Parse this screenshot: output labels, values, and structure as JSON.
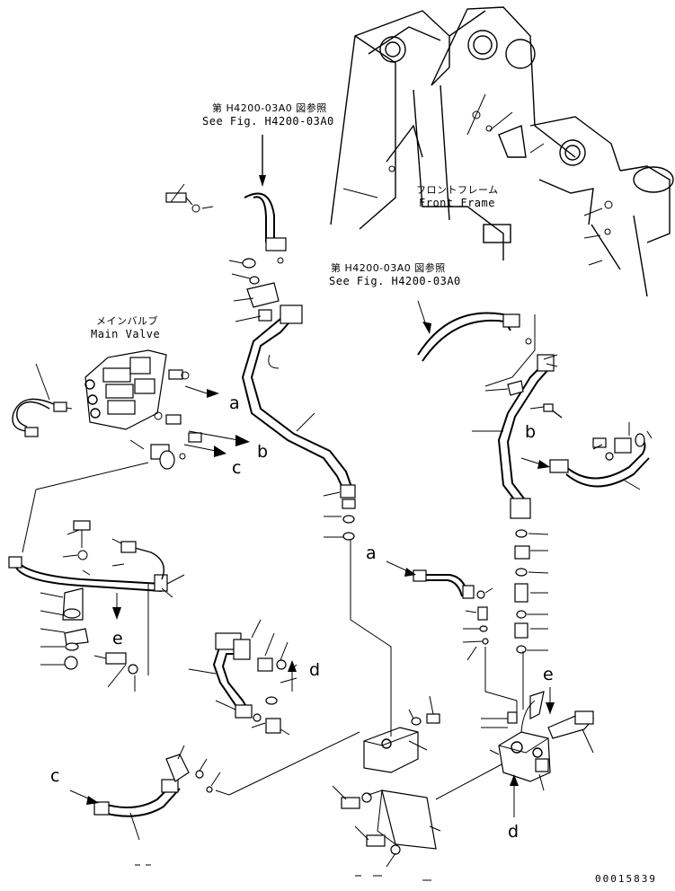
{
  "callouts": {
    "ref_top_jp": "第 H4200-03A0 図参照",
    "ref_top_en": "See Fig. H4200-03A0",
    "ref_mid_jp": "第 H4200-03A0 図参照",
    "ref_mid_en": "See Fig. H4200-03A0",
    "front_frame_jp": "フロントフレーム",
    "front_frame_en": "Front Frame",
    "main_valve_jp": "メインバルブ",
    "main_valve_en": "Main Valve"
  },
  "letters": {
    "a1": "a",
    "b1": "b",
    "c1": "c",
    "a2": "a",
    "b2": "b",
    "c2": "c",
    "d1": "d",
    "d2": "d",
    "e1": "e",
    "e2": "e"
  },
  "part_number": "00015839"
}
